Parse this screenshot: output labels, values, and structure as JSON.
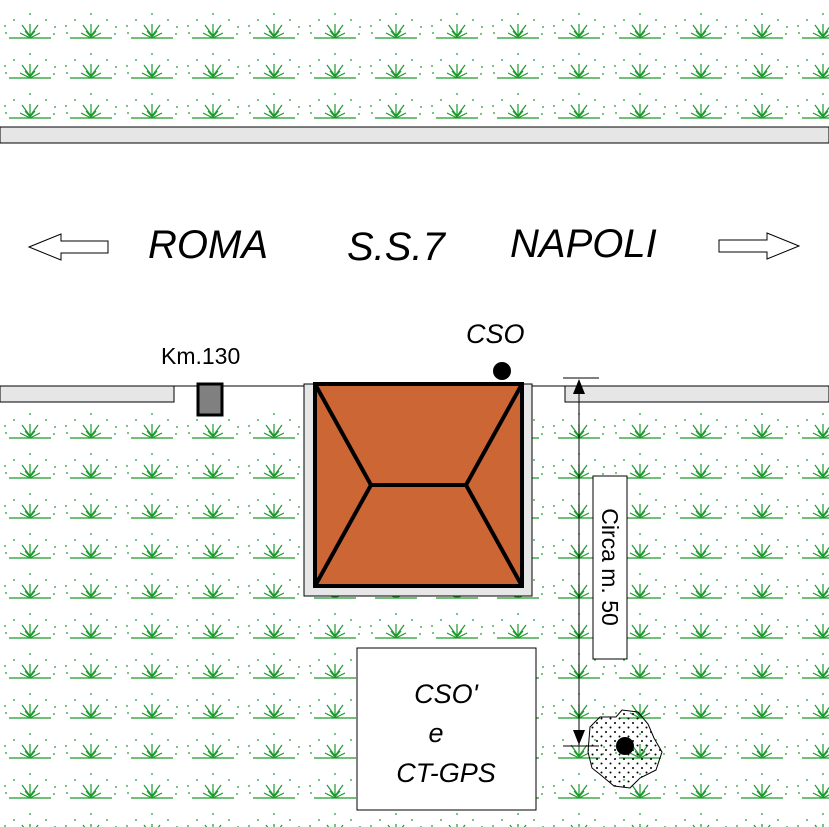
{
  "road": {
    "name": "S.S.7",
    "direction_left": "ROMA",
    "direction_right": "NAPOLI"
  },
  "markers": {
    "km_label": "Km.130",
    "station_label": "CSO"
  },
  "building": {
    "roof_color": "#cd6635"
  },
  "station_box": {
    "line1": "CSO'",
    "line2": "e",
    "line3": "CT-GPS"
  },
  "distance": {
    "label": "Circa m. 50"
  },
  "colors": {
    "grass": "#1a9a2a",
    "road_strip": "#e6e6e6",
    "km_post": "#808080"
  },
  "icons": [
    "grass-pattern",
    "arrow-left-icon",
    "arrow-right-icon",
    "km-post-icon",
    "station-point-icon",
    "gps-point-icon"
  ]
}
